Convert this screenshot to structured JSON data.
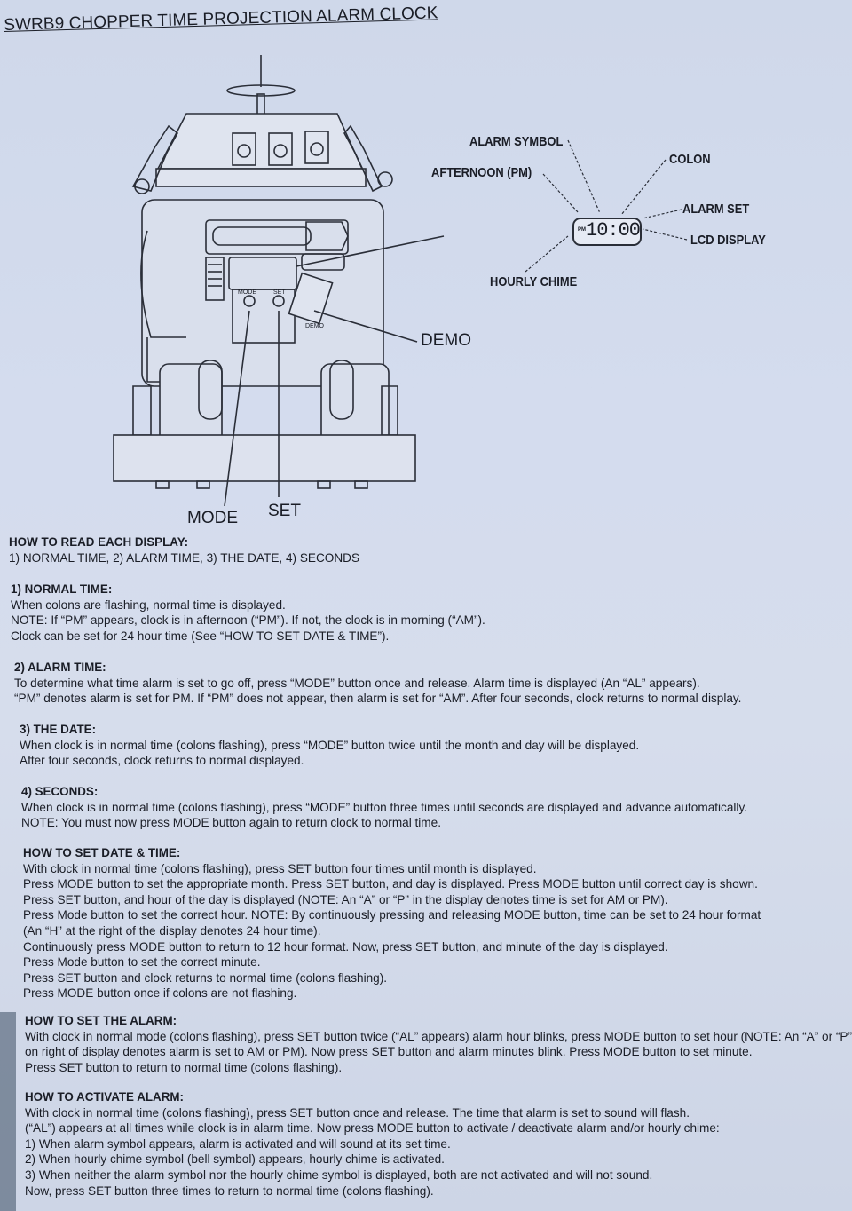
{
  "document": {
    "title": "SWRB9 CHOPPER TIME PROJECTION ALARM CLOCK"
  },
  "diagram": {
    "labels": {
      "mode": "MODE",
      "set": "SET",
      "demo": "DEMO",
      "panel_mode": "MODE",
      "panel_set": "SET",
      "panel_demo": "DEMO"
    },
    "display_callouts": {
      "alarm_symbol": "ALARM SYMBOL",
      "afternoon_pm": "AFTERNOON (PM)",
      "colon": "COLON",
      "alarm_set": "ALARM SET",
      "lcd_display": "LCD DISPLAY",
      "hourly_chime": "HOURLY CHIME",
      "lcd_pm": "PM",
      "lcd_time": "10:00"
    }
  },
  "sections": [
    {
      "heading": "HOW TO READ EACH DISPLAY:",
      "lines": [
        "1) NORMAL TIME, 2)  ALARM TIME, 3)  THE DATE, 4)  SECONDS"
      ]
    },
    {
      "heading": "1) NORMAL TIME:",
      "lines": [
        "When colons are flashing, normal time is displayed.",
        "NOTE: If “PM” appears, clock is in afternoon (“PM”). If not, the clock is in morning (“AM”).",
        "Clock can be set for 24 hour time (See “HOW TO SET DATE & TIME”)."
      ]
    },
    {
      "heading": "2) ALARM TIME:",
      "lines": [
        "To determine what time alarm is set to go off, press “MODE” button once and release. Alarm time is displayed (An “AL” appears).",
        "“PM” denotes alarm is set for PM. If “PM” does not appear, then alarm is set for “AM”. After four seconds, clock returns to normal display."
      ]
    },
    {
      "heading": "3) THE DATE:",
      "lines": [
        "When clock is in normal time (colons flashing), press “MODE” button twice until the month and day will be displayed.",
        "After four seconds, clock returns to normal displayed."
      ]
    },
    {
      "heading": "4) SECONDS:",
      "lines": [
        "When clock is in normal time (colons flashing), press “MODE” button three times until seconds are displayed and advance automatically.",
        "NOTE: You must now press MODE button again to return clock to normal time."
      ]
    },
    {
      "heading": "HOW TO SET DATE & TIME:",
      "lines": [
        "With clock in normal time (colons flashing), press SET button four times until month is displayed.",
        "Press MODE button to set the appropriate month. Press SET button, and day is displayed. Press MODE button until correct day is shown.",
        "Press SET button, and hour of the day is displayed (NOTE: An “A” or “P” in the display denotes time is set for AM or PM).",
        "Press Mode button to set the correct hour. NOTE: By continuously pressing and releasing MODE button, time can be set to 24 hour format",
        "(An “H” at the right of the display denotes 24 hour time).",
        "Continuously press MODE button to return to 12 hour format. Now, press SET button, and minute of the day is displayed.",
        "Press Mode button to set the correct minute.",
        "Press SET button and clock returns to normal time (colons flashing).",
        "Press MODE button once if colons are not flashing."
      ]
    },
    {
      "heading": "HOW TO SET THE ALARM:",
      "lines": [
        "With clock in normal mode (colons flashing), press SET button twice (“AL” appears) alarm hour blinks, press MODE button to set hour (NOTE: An “A” or “P”",
        "on right of display denotes alarm is set to AM or PM). Now press SET button and alarm minutes blink. Press MODE button to set minute.",
        "Press SET button to return to normal time (colons flashing)."
      ]
    },
    {
      "heading": "HOW TO ACTIVATE ALARM:",
      "lines": [
        "With clock in normal time (colons flashing), press SET button once and release. The time that alarm is set to sound will flash.",
        "(“AL”) appears at all times while clock is in alarm time. Now press MODE button to activate / deactivate alarm and/or hourly chime:",
        "1) When alarm symbol appears, alarm is activated and will sound at its set time.",
        "2) When hourly chime symbol (bell symbol) appears, hourly chime is activated.",
        "3) When neither the alarm symbol nor the hourly chime symbol is displayed, both are not activated and will not sound.",
        "Now, press SET button three times to return to normal time (colons flashing)."
      ]
    }
  ]
}
